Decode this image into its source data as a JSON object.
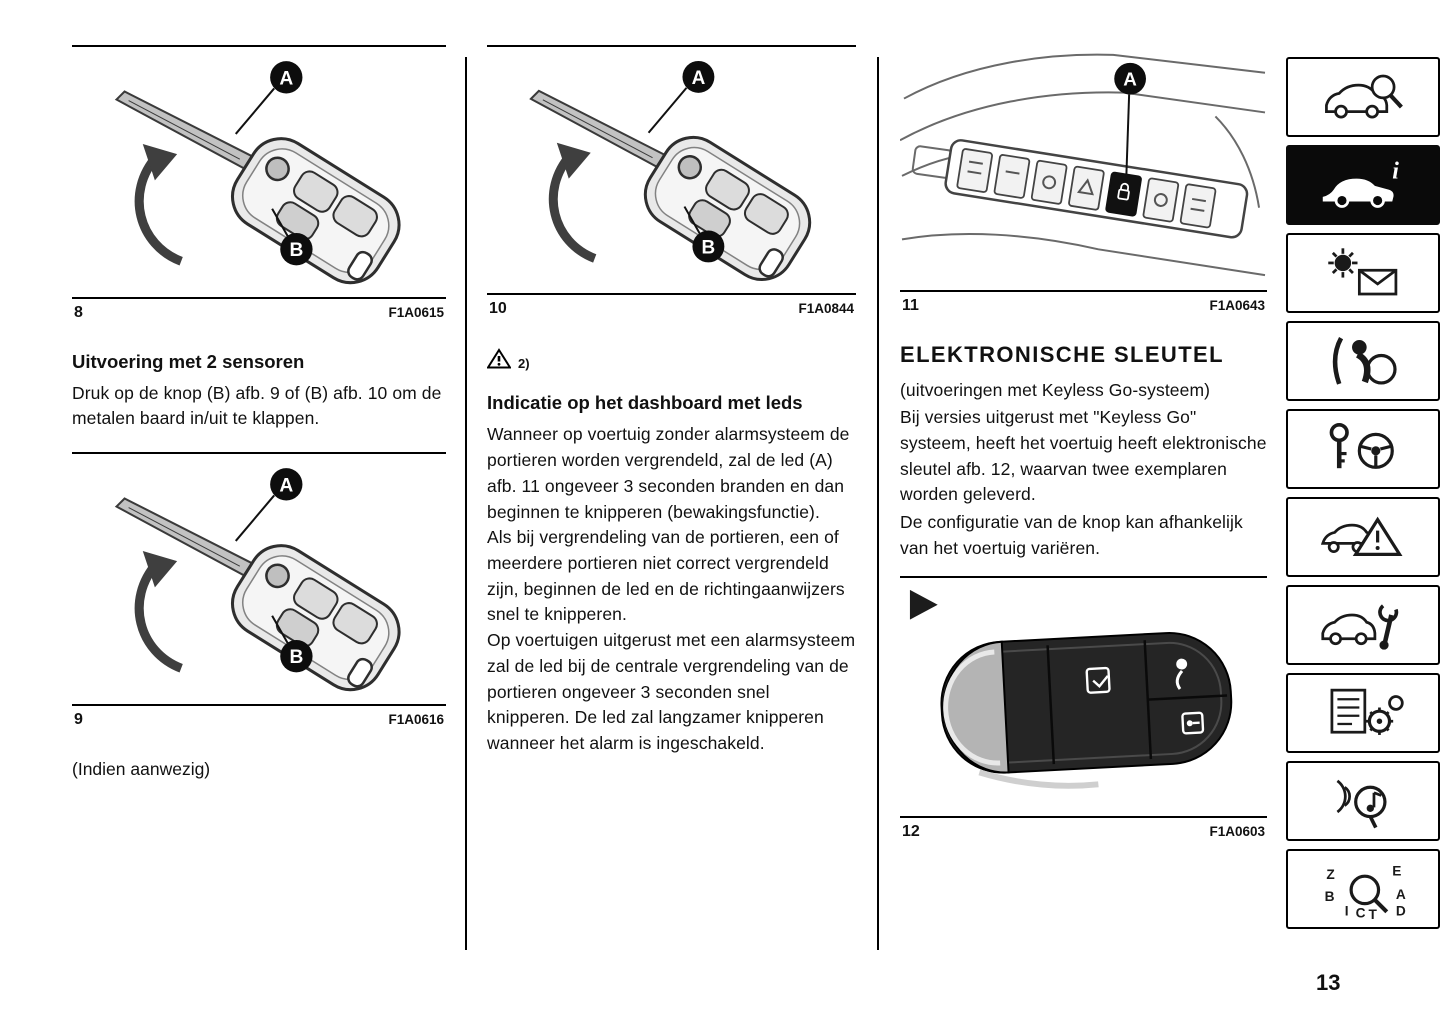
{
  "page_number": "13",
  "colors": {
    "ink": "#111111",
    "rule": "#000000",
    "active_tab_bg": "#0a0a0a"
  },
  "col1": {
    "fig8": {
      "num": "8",
      "code": "F1A0615",
      "a": "A",
      "b": "B"
    },
    "heading": "Uitvoering met 2 sensoren",
    "para": "Druk op de knop (B) afb. 9 of (B) afb. 10 om de metalen baard in/uit te klappen.",
    "fig9": {
      "num": "9",
      "code": "F1A0616",
      "a": "A",
      "b": "B"
    },
    "note": "(Indien aanwezig)"
  },
  "col2": {
    "fig10": {
      "num": "10",
      "code": "F1A0844",
      "a": "A",
      "b": "B"
    },
    "warning_ref": "2)",
    "heading": "Indicatie op het dashboard met leds",
    "para1": "Wanneer op voertuig zonder alarmsysteem de portieren worden vergrendeld, zal de led (A) afb. 11 ongeveer 3 seconden branden en dan beginnen te knipperen (bewakingsfunctie).",
    "para2": "Als bij vergrendeling van de portieren, een of meerdere portieren niet correct vergrendeld zijn, beginnen de led en de richtingaanwijzers snel te knipperen.",
    "para3": "Op voertuigen uitgerust met een alarmsysteem zal de led bij de centrale vergrendeling van de portieren ongeveer 3 seconden snel knipperen. De led zal langzamer knipperen wanneer het alarm is ingeschakeld."
  },
  "col3": {
    "fig11": {
      "num": "11",
      "code": "F1A0643",
      "a": "A"
    },
    "heading": "ELEKTRONISCHE SLEUTEL",
    "subheading": "(uitvoeringen met Keyless Go-systeem)",
    "para1": "Bij versies uitgerust met \"Keyless Go\" systeem, heeft het voertuig heeft elektronische sleutel afb. 12, waarvan twee exemplaren worden geleverd.",
    "para2": "De configuratie van de knop kan afhankelijk van het voertuig variëren.",
    "fig12": {
      "num": "12",
      "code": "F1A0603"
    }
  },
  "sidebar": {
    "info_glyph": "i",
    "index_letters": [
      "Z",
      "E",
      "B",
      "A",
      "I",
      "C",
      "T",
      "D"
    ],
    "items": [
      {
        "icon": "car-magnifier-icon",
        "active": false
      },
      {
        "icon": "car-info-icon",
        "active": true
      },
      {
        "icon": "sun-envelope-icon",
        "active": false
      },
      {
        "icon": "person-airbag-icon",
        "active": false
      },
      {
        "icon": "key-steering-icon",
        "active": false
      },
      {
        "icon": "car-warning-triangle-icon",
        "active": false
      },
      {
        "icon": "car-wrench-icon",
        "active": false
      },
      {
        "icon": "document-gears-icon",
        "active": false
      },
      {
        "icon": "multimedia-icon",
        "active": false
      },
      {
        "icon": "index-search-icon",
        "active": false
      }
    ]
  }
}
